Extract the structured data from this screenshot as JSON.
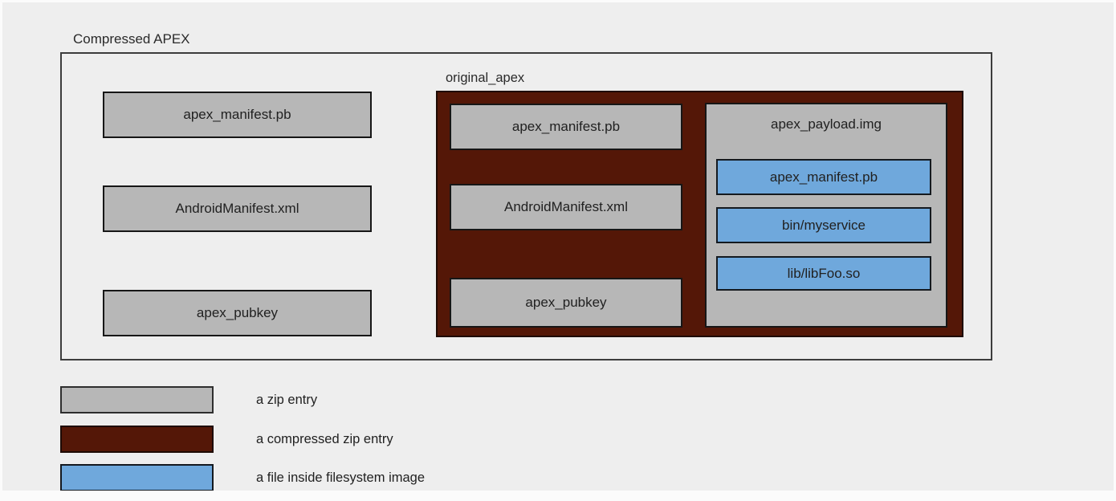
{
  "title": "Compressed APEX",
  "colors": {
    "background": "#eeeeee",
    "zip_entry_fill": "#b7b7b7",
    "compressed_zip_entry_fill": "#541707",
    "filesystem_file_fill": "#6fa8dc",
    "box_border": "#161616",
    "outer_border": "#3c3c3c",
    "text": "#212121"
  },
  "outer_entries": [
    "apex_manifest.pb",
    "AndroidManifest.xml",
    "apex_pubkey"
  ],
  "original_apex": {
    "label": "original_apex",
    "entries": [
      "apex_manifest.pb",
      "AndroidManifest.xml",
      "apex_pubkey"
    ],
    "payload": {
      "label": "apex_payload.img",
      "files": [
        "apex_manifest.pb",
        "bin/myservice",
        "lib/libFoo.so"
      ]
    }
  },
  "legend": [
    {
      "key": "zip",
      "label": "a zip entry"
    },
    {
      "key": "compressed",
      "label": "a compressed zip entry"
    },
    {
      "key": "fs",
      "label": "a file inside filesystem image"
    }
  ]
}
